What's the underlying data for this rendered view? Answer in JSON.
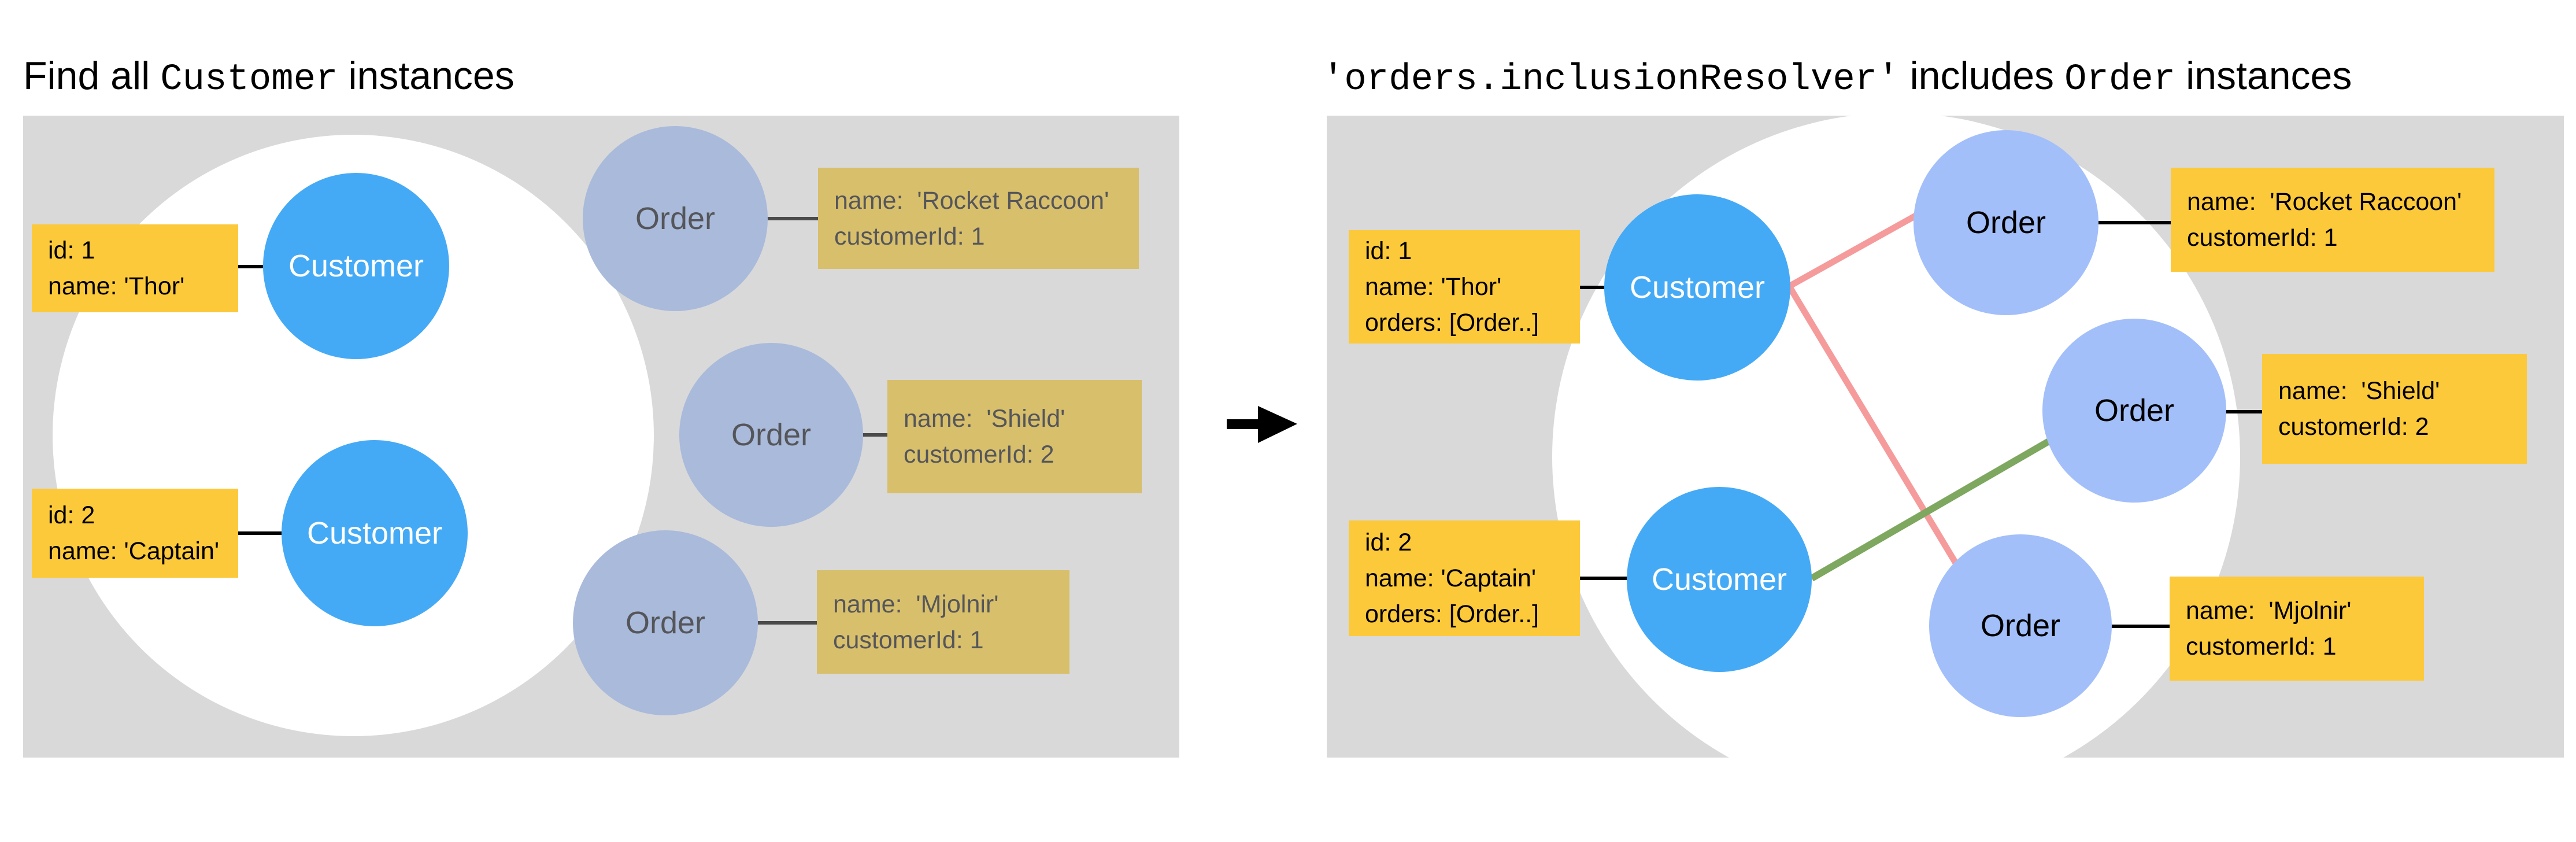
{
  "colors": {
    "panel_bg": "#D9D9D9",
    "customer_blue": "#45AAF5",
    "order_muted_blue": "#A9BADB",
    "order_bright_blue": "#A3BFFA",
    "card_yellow": "#FCC93B",
    "card_khaki": "#D8BF6C",
    "relation_pink": "#F59B9B",
    "relation_green": "#7EA75F",
    "connector_black": "#000000",
    "connector_gray": "#4A4A4A"
  },
  "left_title": {
    "part1": "Find all",
    "code": "Customer",
    "part2": "instances"
  },
  "right_title": {
    "code1": "'orders.inclusionResolver'",
    "part1": "includes",
    "code2": "Order",
    "part2": "instances"
  },
  "left_panel": {
    "customer_nodes": [
      {
        "label": "Customer"
      },
      {
        "label": "Customer"
      }
    ],
    "customer_cards": [
      "id: 1\nname: 'Thor'",
      "id: 2\nname: 'Captain'"
    ],
    "order_nodes": [
      {
        "label": "Order"
      },
      {
        "label": "Order"
      },
      {
        "label": "Order"
      }
    ],
    "order_cards": [
      "name:  'Rocket Raccoon'\ncustomerId: 1",
      "name:  'Shield'\ncustomerId: 2",
      "name:  'Mjolnir'\ncustomerId: 1"
    ]
  },
  "right_panel": {
    "customer_nodes": [
      {
        "label": "Customer"
      },
      {
        "label": "Customer"
      }
    ],
    "customer_cards": [
      "id: 1\nname: 'Thor'\norders: [Order..]",
      "id: 2\nname: 'Captain'\norders: [Order..]"
    ],
    "order_nodes": [
      {
        "label": "Order"
      },
      {
        "label": "Order"
      },
      {
        "label": "Order"
      }
    ],
    "order_cards": [
      "name:  'Rocket Raccoon'\ncustomerId: 1",
      "name:  'Shield'\ncustomerId: 2",
      "name:  'Mjolnir'\ncustomerId: 1"
    ]
  }
}
